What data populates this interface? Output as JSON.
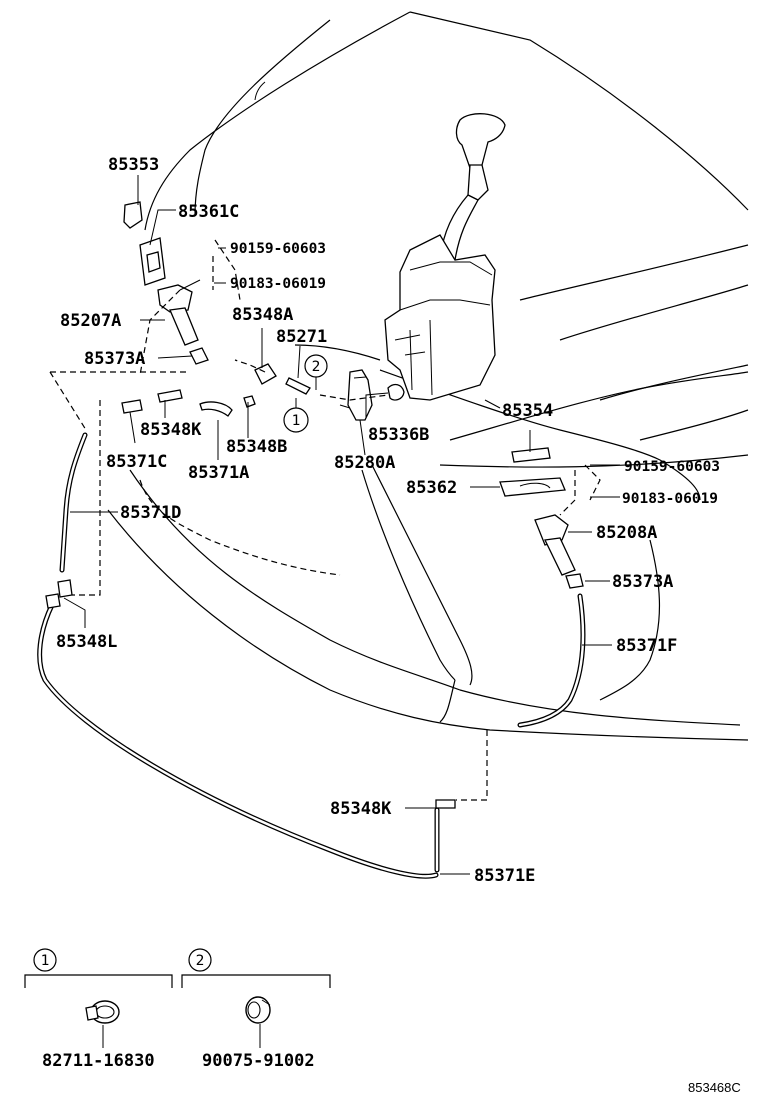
{
  "diagram_id": "85346 8C",
  "diagram_id_text": "853468C",
  "labels": {
    "l85353": "85353",
    "l85361C": "85361C",
    "l90159a": "90159-60603",
    "l90183a": "90183-06019",
    "l85207A": "85207A",
    "l85348A": "85348A",
    "l85271": "85271",
    "l85373A_left": "85373A",
    "l85348K_top": "85348K",
    "l85348B": "85348B",
    "l85336B": "85336B",
    "l85371C": "85371C",
    "l85371A": "85371A",
    "l85280A": "85280A",
    "l85354": "85354",
    "l90159b": "90159-60603",
    "l85362": "85362",
    "l90183b": "90183-06019",
    "l85371D": "85371D",
    "l85208A": "85208A",
    "l85373A_right": "85373A",
    "l85348L": "85348L",
    "l85371F": "85371F",
    "l85348K_bottom": "85348K",
    "l85371E": "85371E"
  },
  "callouts": {
    "c1": "1",
    "c2": "2"
  },
  "legend": {
    "box1": {
      "number": "1",
      "part": "82711-16830"
    },
    "box2": {
      "number": "2",
      "part": "90075-91002"
    }
  }
}
